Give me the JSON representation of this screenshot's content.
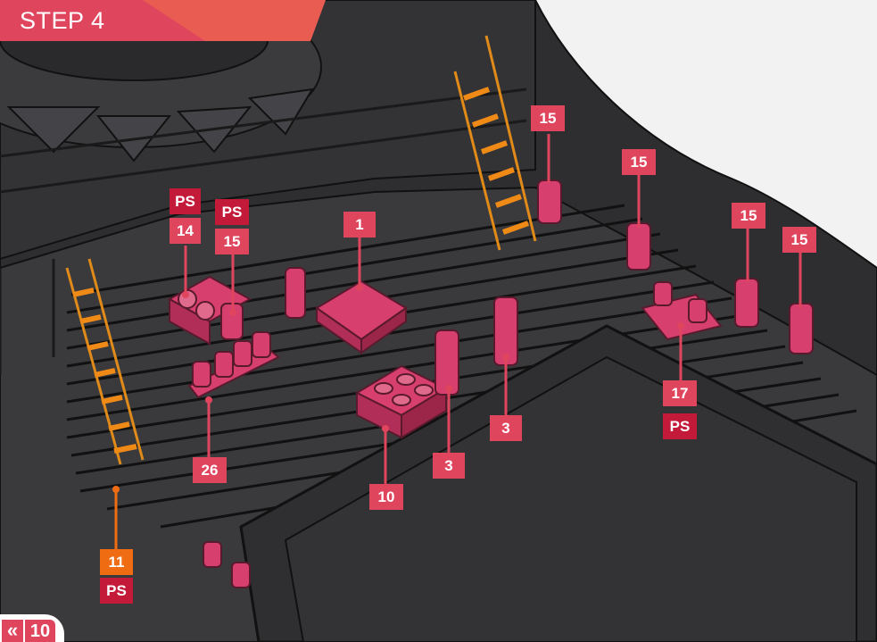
{
  "step": {
    "label": "STEP 4"
  },
  "page": {
    "back_icon": "double-chevron-left-icon",
    "back_glyph": "«",
    "number": "10"
  },
  "colors": {
    "accent": "#e0455e",
    "ps_badge": "#c41a3a",
    "orange": "#ef6c12",
    "hull": "#3a3a3c",
    "deck": "#2b2b2d",
    "parts": "#d63f6e"
  },
  "callouts": [
    {
      "id": "c-14",
      "number": "14",
      "ps": "PS"
    },
    {
      "id": "c-15a",
      "number": "15",
      "ps": "PS"
    },
    {
      "id": "c-1",
      "number": "1"
    },
    {
      "id": "c-15b",
      "number": "15"
    },
    {
      "id": "c-15c",
      "number": "15"
    },
    {
      "id": "c-15d",
      "number": "15"
    },
    {
      "id": "c-15e",
      "number": "15"
    },
    {
      "id": "c-17",
      "number": "17",
      "ps": "PS"
    },
    {
      "id": "c-3a",
      "number": "3"
    },
    {
      "id": "c-3b",
      "number": "3"
    },
    {
      "id": "c-10",
      "number": "10"
    },
    {
      "id": "c-26",
      "number": "26"
    },
    {
      "id": "c-11",
      "number": "11",
      "ps": "PS"
    }
  ]
}
